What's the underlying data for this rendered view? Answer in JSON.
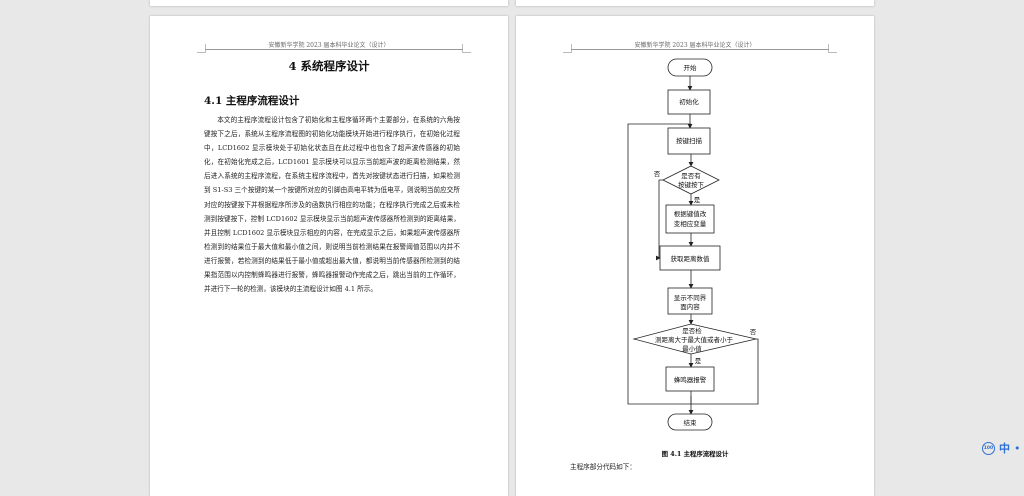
{
  "left_page": {
    "header": "安徽新华学院 2023 届本科毕业论文（设计）",
    "chapter_title": "4 系统程序设计",
    "section_title": "4.1 主程序流程设计",
    "paragraph": "本文的主程序流程设计包含了初始化和主程序循环两个主要部分，在系统的六角按键按下之后，系统从主程序流程图的初始化功能模块开始进行程序执行，在初始化过程中，LCD1602 显示模块处于初始化状态且在此过程中也包含了超声波传感器的初始化，在初始化完成之后，LCD1601 显示模块可以显示当前超声波的距离检测结果，然后进入系统的主程序流程，在系统主程序流程中，首先对按键状态进行扫描，如果检测到 S1-S3 三个按键的某一个按键所对应的引脚由高电平转为低电平，则说明当前应交所对应的按键按下并根据程序所涉及的函数执行相应的功能；在程序执行完成之后或未检测到按键按下，控制 LCD1602 显示模块显示当前超声波传感器所检测到的距离结果，并且控制 LCD1602 显示模块显示相应的内容，在完成显示之后，如果超声波传感器所检测到的结果位于最大值和最小值之间，则说明当前检测结果在报警阈值范围以内并不进行报警，若检测到的结果低于最小值或超出最大值，都说明当前传感器所检测到的结果指范围以内控制蜂鸣器进行报警，蜂鸣器报警动作完成之后，跳出当前的工作循环，并进行下一轮的检测，该模块的主流程设计如图 4.1 所示。"
  },
  "right_page": {
    "header": "安徽新华学院 2023 届本科毕业论文（设计）",
    "flowchart": {
      "start": "开始",
      "init": "初始化",
      "scan": "按键扫描",
      "dec1_line1": "是否有",
      "dec1_line2": "按键按下",
      "yes1": "是",
      "no1": "否",
      "change_line1": "根据键值改",
      "change_line2": "变相应变量",
      "get_distance": "获取距离数值",
      "display_line1": "显示不同界",
      "display_line2": "面内容",
      "dec2_line1": "是否检",
      "dec2_line2": "测距离大于最大值或者小于",
      "dec2_line3": "最小值",
      "yes2": "是",
      "no2": "否",
      "alarm": "蜂鸣器报警",
      "end": "结束"
    },
    "figure_caption": "图 4.1 主程序流程设计",
    "after_text": "主程序部分代码如下："
  },
  "side_widget": {
    "badge": "100",
    "lang": "中",
    "extra": "•"
  }
}
